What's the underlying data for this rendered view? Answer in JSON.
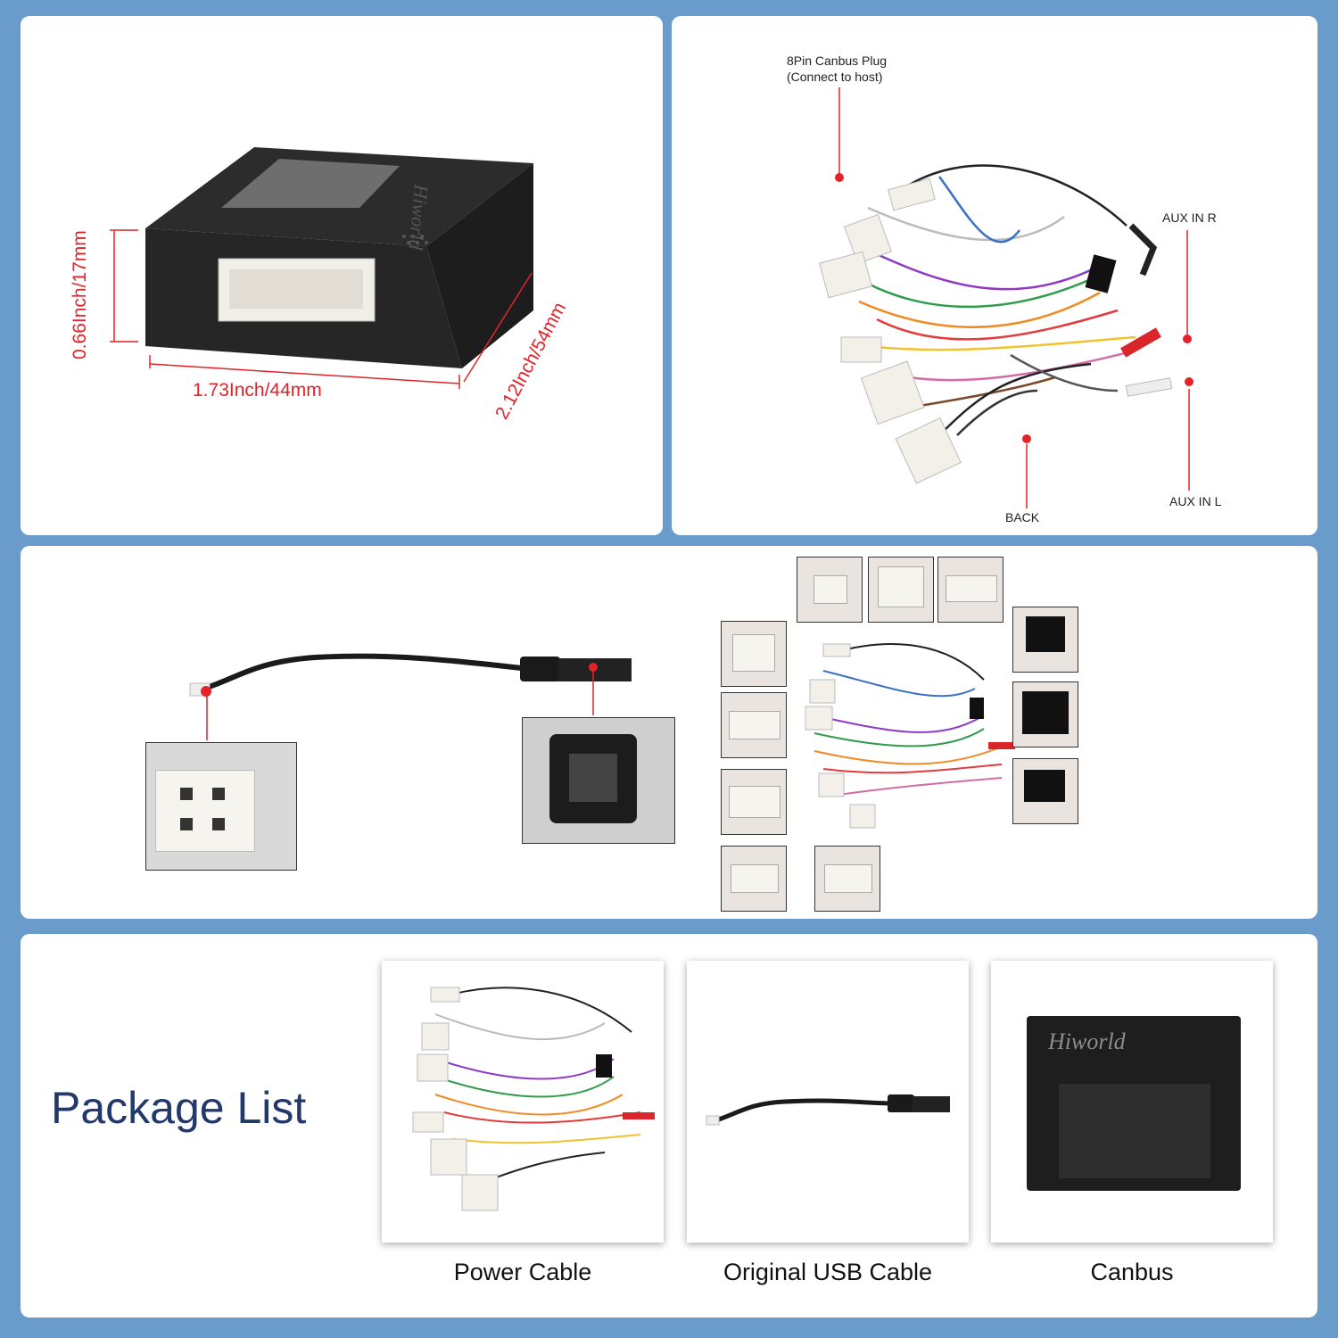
{
  "dimensions_panel": {
    "brand": "Hiworld",
    "height_label": "0.66Inch/17mm",
    "width_label": "1.73Inch/44mm",
    "depth_label": "2.12Inch/54mm"
  },
  "wiring_panel": {
    "canbus_plug_line1": "8Pin Canbus Plug",
    "canbus_plug_line2": "(Connect to host)",
    "aux_in_r": "AUX IN R",
    "aux_in_l": "AUX IN L",
    "back": "BACK"
  },
  "package": {
    "title": "Package List",
    "items": [
      {
        "caption": "Power Cable"
      },
      {
        "caption": "Original USB Cable"
      },
      {
        "caption": "Canbus"
      }
    ],
    "canbus_brand": "Hiworld"
  },
  "colors": {
    "background": "#6a9ccb",
    "accent_red": "#e2232a",
    "title_blue": "#23386b"
  }
}
